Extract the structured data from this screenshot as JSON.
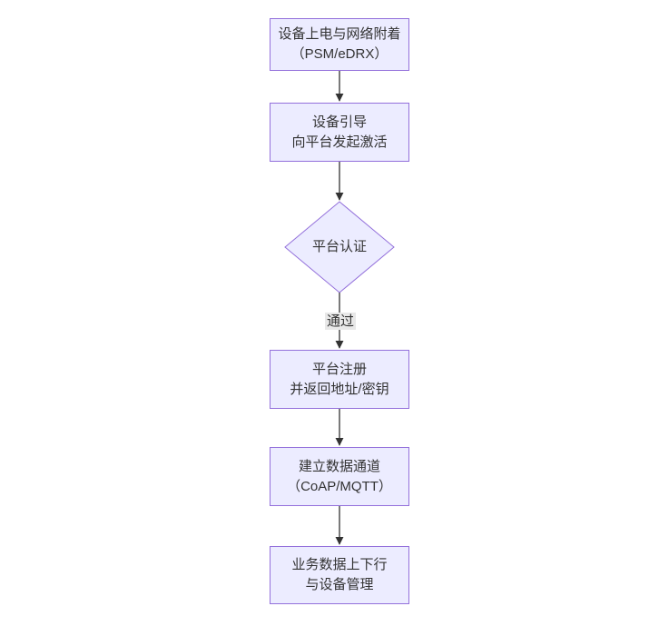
{
  "diagram": {
    "type": "flowchart",
    "direction": "top-down",
    "nodes": [
      {
        "id": "power-attach",
        "shape": "rect",
        "label_lines": [
          "设备上电与网络附着",
          "（PSM/eDRX）"
        ]
      },
      {
        "id": "bootstrap",
        "shape": "rect",
        "label_lines": [
          "设备引导",
          "向平台发起激活"
        ]
      },
      {
        "id": "auth",
        "shape": "diamond",
        "label_lines": [
          "平台认证"
        ]
      },
      {
        "id": "register",
        "shape": "rect",
        "label_lines": [
          "平台注册",
          "并返回地址/密钥"
        ]
      },
      {
        "id": "data-channel",
        "shape": "rect",
        "label_lines": [
          "建立数据通道",
          "（CoAP/MQTT）"
        ]
      },
      {
        "id": "business",
        "shape": "rect",
        "label_lines": [
          "业务数据上下行",
          "与设备管理"
        ]
      }
    ],
    "edges": [
      {
        "from": "power-attach",
        "to": "bootstrap",
        "label": ""
      },
      {
        "from": "bootstrap",
        "to": "auth",
        "label": ""
      },
      {
        "from": "auth",
        "to": "register",
        "label": "通过"
      },
      {
        "from": "register",
        "to": "data-channel",
        "label": ""
      },
      {
        "from": "data-channel",
        "to": "business",
        "label": ""
      }
    ],
    "colors": {
      "node_fill": "#ECECFF",
      "node_border": "#9370DB",
      "arrow": "#333333",
      "edge_label_bg": "#e8e8e8",
      "text": "#333333",
      "background": "#ffffff"
    }
  }
}
